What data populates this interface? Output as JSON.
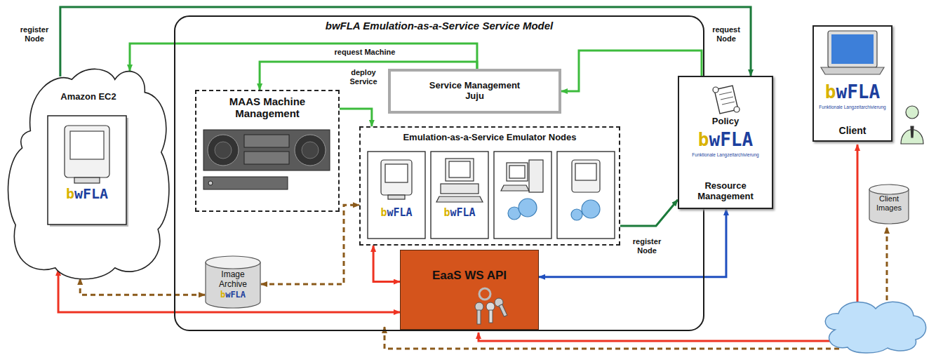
{
  "diagram": {
    "nodes": [
      {
        "text": [
          "bwFLA Emulation-as-a-Service Service Model"
        ]
      },
      {
        "text": [
          "Amazon EC2"
        ]
      },
      {
        "text": [
          "MAAS Machine Management"
        ],
        "in": 0
      },
      {
        "text": [
          "Service Management Juju"
        ],
        "in": 0
      },
      {
        "text": [
          "Emulation-as-a-Service Emulator Nodes"
        ],
        "in": 0
      },
      {
        "text": [
          "Image Archive"
        ],
        "in": 0
      },
      {
        "text": [
          "EaaS WS API"
        ],
        "in": 0
      },
      {
        "text": [
          "Policy",
          "Resource Management"
        ],
        "in": 0
      },
      {
        "text": [
          "Client"
        ]
      },
      {
        "text": [
          "Client Images"
        ]
      }
    ],
    "edges": [
      {
        "from": 1,
        "to": 7,
        "label": "register Node",
        "arrow": "to"
      },
      {
        "from": 3,
        "to": 1,
        "label": "request Machine",
        "arrow": "to"
      },
      {
        "from": 3,
        "to": 2,
        "arrow": "to"
      },
      {
        "from": 2,
        "to": 4,
        "label": "deploy Service",
        "arrow": "to"
      },
      {
        "from": 7,
        "to": 3,
        "label": "request Node",
        "arrow": "to"
      },
      {
        "from": 4,
        "to": 7,
        "label": "register Node",
        "arrow": "to"
      },
      {
        "from": 5,
        "to": 4,
        "arrow": "both"
      },
      {
        "from": 5,
        "to": 1,
        "arrow": "both"
      },
      {
        "from": 6,
        "to": 1,
        "arrow": "both"
      },
      {
        "from": 6,
        "to": 4,
        "arrow": "both"
      },
      {
        "from": 6,
        "to": 7,
        "arrow": "both"
      }
    ],
    "labels": [
      "bwFLA",
      "bwFLA",
      "bwFLA",
      "bwFLA",
      "bwFLA",
      "Funktionale Langzeitarchivierung",
      "bwFLA",
      "Funktionale Langzeitarchivierung"
    ]
  }
}
